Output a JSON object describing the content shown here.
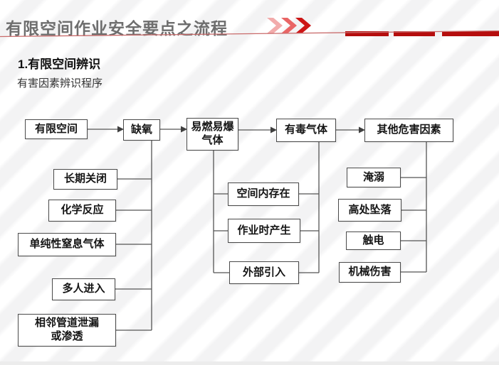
{
  "header": {
    "title": "有限空间作业安全要点之流程",
    "chevron_icon": "triple-chevron-right",
    "colors": {
      "title_gray": "#6e6e6e",
      "accent_dark_red": "#b50d0d",
      "accent_mid_red": "#e96565",
      "accent_light_red": "#f2abab",
      "thin_line_red": "#c96b6b",
      "box_border": "#4a4a4a"
    }
  },
  "section": {
    "heading": "1.有限空间辨识",
    "subheading": "有害因素辨识程序"
  },
  "flowchart": {
    "top_row": [
      {
        "label": "有限空间"
      },
      {
        "label": "缺氧"
      },
      {
        "label": "易燃易爆\n气体"
      },
      {
        "label": "有毒气体"
      },
      {
        "label": "其他危害因素"
      }
    ],
    "oxygen_causes": [
      {
        "label": "长期关闭"
      },
      {
        "label": "化学反应"
      },
      {
        "label": "单纯性窒息气体"
      },
      {
        "label": "多人进入"
      },
      {
        "label": "相邻管道泄漏\n或渗透"
      }
    ],
    "gas_sources": [
      {
        "label": "空间内存在"
      },
      {
        "label": "作业时产生"
      },
      {
        "label": "外部引入"
      }
    ],
    "other_hazards": [
      {
        "label": "淹溺"
      },
      {
        "label": "高处坠落"
      },
      {
        "label": "触电"
      },
      {
        "label": "机械伤害"
      }
    ]
  }
}
